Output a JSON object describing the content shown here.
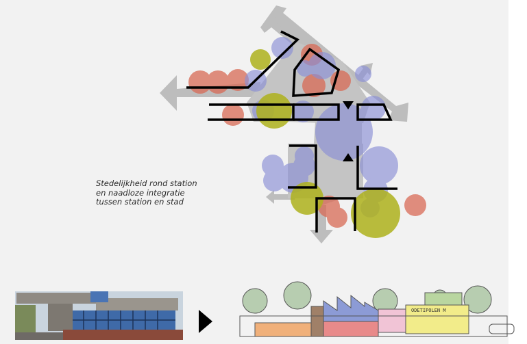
{
  "caption": {
    "line1": "Stedelijkheid rond station",
    "line2": "en naadloze integratie",
    "line3": "tussen station en stad"
  },
  "sketch": {
    "sign_text": "ODETIPOLEN M"
  },
  "icons": {
    "next": "triangle-right-icon",
    "station_up": "triangle-up-icon",
    "station_down": "triangle-down-icon"
  },
  "colors": {
    "panel": "#f2f2f2",
    "arrow_grey": "#bdbdbd",
    "core_grey": "#c4c4c4",
    "blue": "#8a8fd6",
    "red": "#d86a55",
    "olive": "#aeb21c",
    "ink": "#000000"
  }
}
